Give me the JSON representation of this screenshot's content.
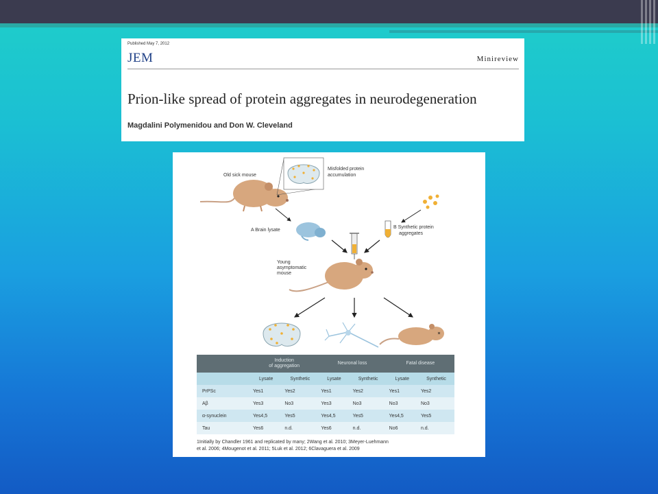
{
  "slide": {
    "article": {
      "published": "Published May 7, 2012",
      "journal": "JEM",
      "section": "Minireview",
      "title": "Prion-like spread of protein aggregates in neurodegeneration",
      "authors": "Magdalini Polymenidou and Don W. Cleveland"
    },
    "figure": {
      "labels": {
        "old_sick_mouse": "Old sick mouse",
        "misfolded_1": "Misfolded protein",
        "misfolded_2": "accumulation",
        "brain_lysate": "A  Brain lysate",
        "synthetic_1": "B  Synthetic protein",
        "synthetic_2": "aggregates",
        "young_1": "Young",
        "young_2": "asymptomatic",
        "young_3": "mouse"
      },
      "table": {
        "groups": [
          "Induction of aggregation",
          "Neuronal loss",
          "Fatal disease"
        ],
        "group1_line1": "Induction",
        "group1_line2": "of aggregation",
        "subheaders": [
          "Lysate",
          "Synthetic",
          "Lysate",
          "Synthetic",
          "Lysate",
          "Synthetic"
        ],
        "rows": [
          {
            "label": "PrPSc",
            "values": [
              "Yes1",
              "Yes2",
              "Yes1",
              "Yes2",
              "Yes1",
              "Yes2"
            ]
          },
          {
            "label": "Aβ",
            "values": [
              "Yes3",
              "No3",
              "Yes3",
              "No3",
              "No3",
              "No3"
            ]
          },
          {
            "label": "α-synuclein",
            "values": [
              "Yes4,5",
              "Yes5",
              "Yes4,5",
              "Yes5",
              "Yes4,5",
              "Yes5"
            ]
          },
          {
            "label": "Tau",
            "values": [
              "Yes6",
              "n.d.",
              "Yes6",
              "n.d.",
              "No6",
              "n.d."
            ]
          }
        ]
      },
      "footnote_1": "1Initially by Chandler 1961 and replicated by many; 2Wang et al. 2010; 3Meyer-Luehmann",
      "footnote_2": "et al. 2006; 4Mougenot et al. 2011; 5Luk et al. 2012; 6Clavaguera et al. 2009"
    }
  },
  "colors": {
    "background_top": "#1fcfc9",
    "background_bottom": "#135bc4",
    "topbar": "#3b3b4f",
    "journal_blue": "#1e3f86",
    "table_header": "#5f6e74",
    "table_subheader": "#b7dce8",
    "mouse": "#d7a77e",
    "aggregate": "#f0b035"
  }
}
